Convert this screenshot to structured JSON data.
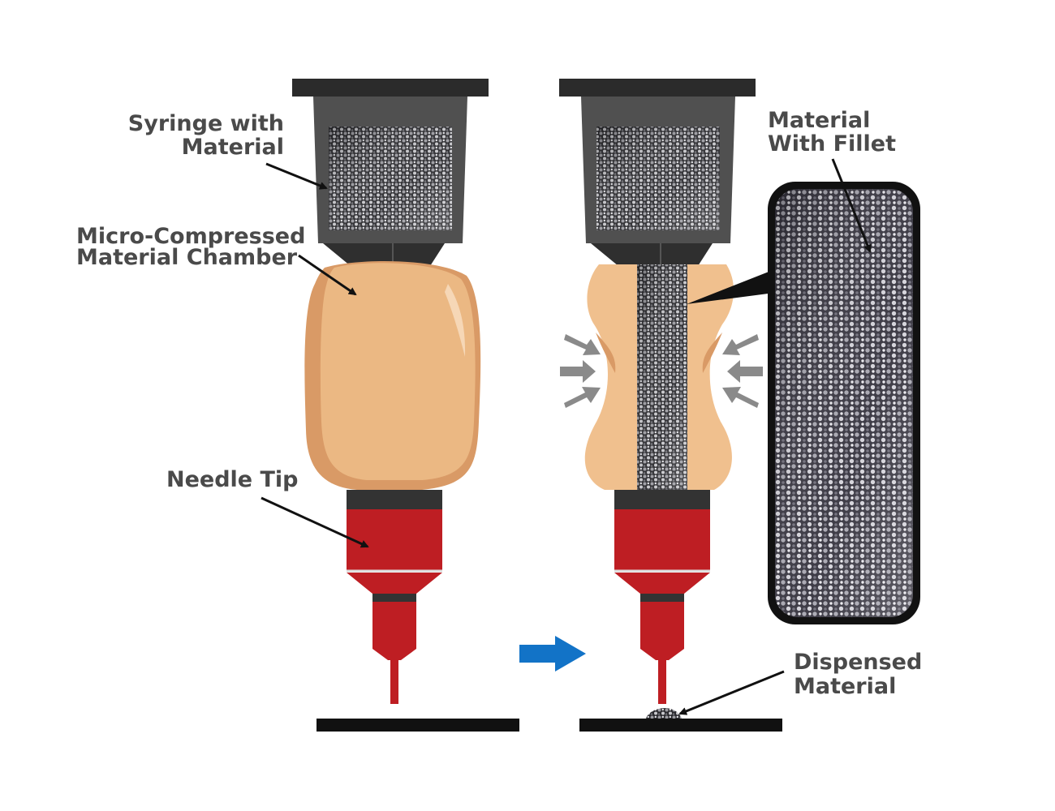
{
  "labels": {
    "syringe_line1": "Syringe with",
    "syringe_line2": "Material",
    "chamber_line1": "Micro-Compressed",
    "chamber_line2": "Material Chamber",
    "needle_tip": "Needle Tip",
    "fillet_line1": "Material",
    "fillet_line2": "With Fillet",
    "dispensed_line1": "Dispensed",
    "dispensed_line2": "Material"
  },
  "colors": {
    "frame": "#2b2b2b",
    "syringe_body": "#505050",
    "chamber": "#ebb883",
    "chamber_shadow": "#d99a66",
    "needle_red": "#be1e23",
    "needle_dark_band": "#333333",
    "arrow_blue": "#1273c7",
    "pressure_arrow": "#8a8a8a",
    "label_text": "#4a4a4a",
    "material_dark": "#2a2a2e",
    "material_bead": "#c8c8cc"
  },
  "icons": {
    "process_arrow": "right-arrow-icon",
    "pressure_arrows": "inward-arrow-icon"
  }
}
